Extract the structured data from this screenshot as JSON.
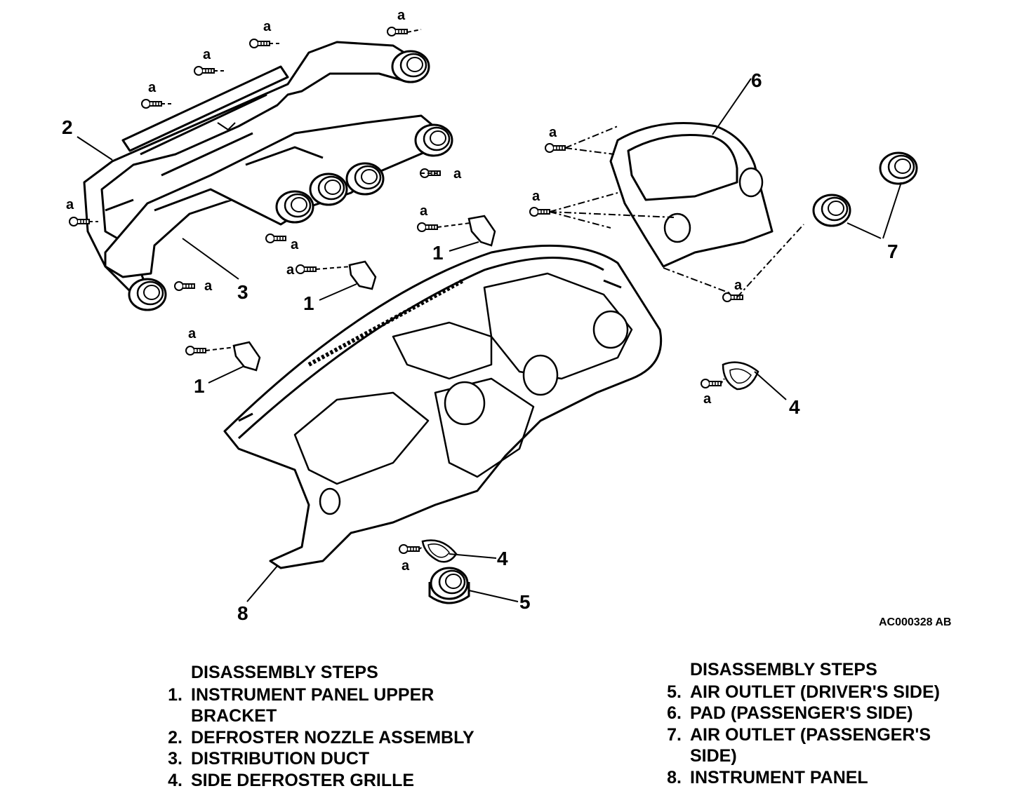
{
  "diagram": {
    "figure_id": "AC000328 AB",
    "fastener_label": "a",
    "callouts": [
      "1",
      "2",
      "3",
      "4",
      "5",
      "6",
      "7",
      "8"
    ]
  },
  "steps_left": {
    "heading": "DISASSEMBLY STEPS",
    "items": [
      {
        "num": "1.",
        "text": "INSTRUMENT PANEL UPPER"
      },
      {
        "num": "",
        "text": "BRACKET"
      },
      {
        "num": "2.",
        "text": "DEFROSTER NOZZLE ASSEMBLY"
      },
      {
        "num": "3.",
        "text": "DISTRIBUTION DUCT"
      },
      {
        "num": "4.",
        "text": "SIDE DEFROSTER GRILLE"
      }
    ]
  },
  "steps_right": {
    "heading": "DISASSEMBLY STEPS",
    "items": [
      {
        "num": "5.",
        "text": "AIR OUTLET (DRIVER'S SIDE)"
      },
      {
        "num": "6.",
        "text": "PAD (PASSENGER'S SIDE)"
      },
      {
        "num": "7.",
        "text": "AIR OUTLET (PASSENGER'S"
      },
      {
        "num": "",
        "text": "SIDE)"
      },
      {
        "num": "8.",
        "text": "INSTRUMENT PANEL"
      }
    ]
  }
}
